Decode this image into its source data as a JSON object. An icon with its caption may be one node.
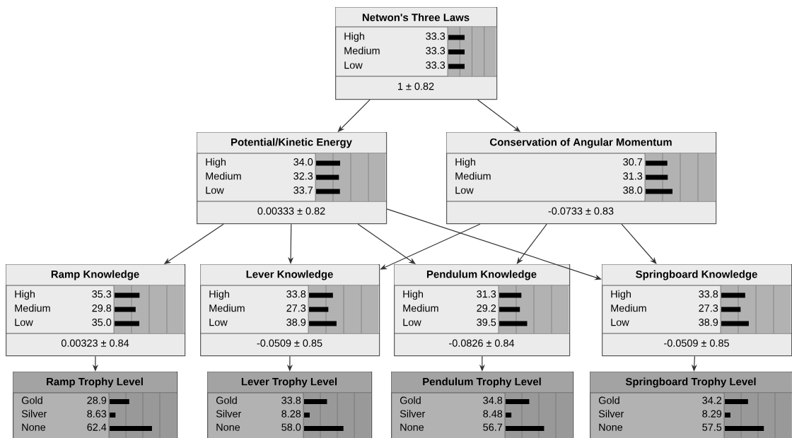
{
  "diagram": {
    "nodes": [
      {
        "text": [
          "Netwon's Three Laws",
          "High",
          "33.3",
          "Medium",
          "33.3",
          "Low",
          "33.3",
          "1 ± 0.82"
        ]
      },
      {
        "text": [
          "Potential/Kinetic Energy",
          "High",
          "34.0",
          "Medium",
          "32.3",
          "Low",
          "33.7",
          "0.00333 ± 0.82"
        ]
      },
      {
        "text": [
          "Conservation of Angular Momentum",
          "High",
          "30.7",
          "Medium",
          "31.3",
          "Low",
          "38.0",
          "-0.0733 ± 0.83"
        ]
      },
      {
        "text": [
          "Ramp Knowledge",
          "High",
          "35.3",
          "Medium",
          "29.8",
          "Low",
          "35.0",
          "0.00323 ± 0.84"
        ]
      },
      {
        "text": [
          "Lever Knowledge",
          "High",
          "33.8",
          "Medium",
          "27.3",
          "Low",
          "38.9",
          "-0.0509 ± 0.85"
        ]
      },
      {
        "text": [
          "Pendulum Knowledge",
          "High",
          "31.3",
          "Medium",
          "29.2",
          "Low",
          "39.5",
          "-0.0826 ± 0.84"
        ]
      },
      {
        "text": [
          "Springboard Knowledge",
          "High",
          "33.8",
          "Medium",
          "27.3",
          "Low",
          "38.9",
          "-0.0509 ± 0.85"
        ]
      },
      {
        "text": [
          "Ramp Trophy Level",
          "Gold",
          "28.9",
          "Silver",
          "8.63",
          "None",
          "62.4"
        ]
      },
      {
        "text": [
          "Lever Trophy Level",
          "Gold",
          "33.8",
          "Silver",
          "8.28",
          "None",
          "58.0"
        ]
      },
      {
        "text": [
          "Pendulum Trophy Level",
          "Gold",
          "34.8",
          "Silver",
          "8.48",
          "None",
          "56.7"
        ]
      },
      {
        "text": [
          "Springboard Trophy Level",
          "Gold",
          "34.2",
          "Silver",
          "8.29",
          "None",
          "57.5"
        ]
      }
    ],
    "edges": [
      {
        "from": 0,
        "to": 1,
        "arrow": "to"
      },
      {
        "from": 0,
        "to": 2,
        "arrow": "to"
      },
      {
        "from": 1,
        "to": 3,
        "arrow": "to"
      },
      {
        "from": 1,
        "to": 4,
        "arrow": "to"
      },
      {
        "from": 1,
        "to": 5,
        "arrow": "to"
      },
      {
        "from": 1,
        "to": 6,
        "arrow": "to"
      },
      {
        "from": 2,
        "to": 4,
        "arrow": "to"
      },
      {
        "from": 2,
        "to": 5,
        "arrow": "to"
      },
      {
        "from": 2,
        "to": 6,
        "arrow": "to"
      },
      {
        "from": 3,
        "to": 7,
        "arrow": "to"
      },
      {
        "from": 4,
        "to": 8,
        "arrow": "to"
      },
      {
        "from": 5,
        "to": 9,
        "arrow": "to"
      },
      {
        "from": 6,
        "to": 10,
        "arrow": "to"
      }
    ]
  }
}
